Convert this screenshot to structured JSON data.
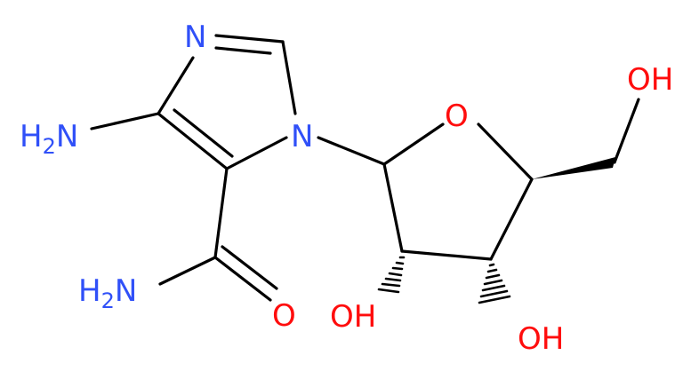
{
  "colors": {
    "nitrogen": "#3050F8",
    "oxygen": "#FF0D0D",
    "bond": "#000000",
    "background": "#FFFFFF"
  },
  "atoms": {
    "n_ring_top": "N",
    "n_ring_glycosidic": "N",
    "amine_h": "H",
    "amine_sub": "2",
    "amine_n": "N",
    "amide_h": "H",
    "amide_sub": "2",
    "amide_n": "N",
    "amide_o": "O",
    "ring_o": "O",
    "oh_c5": "OH",
    "oh_c2": "OH",
    "oh_c3": "OH"
  }
}
